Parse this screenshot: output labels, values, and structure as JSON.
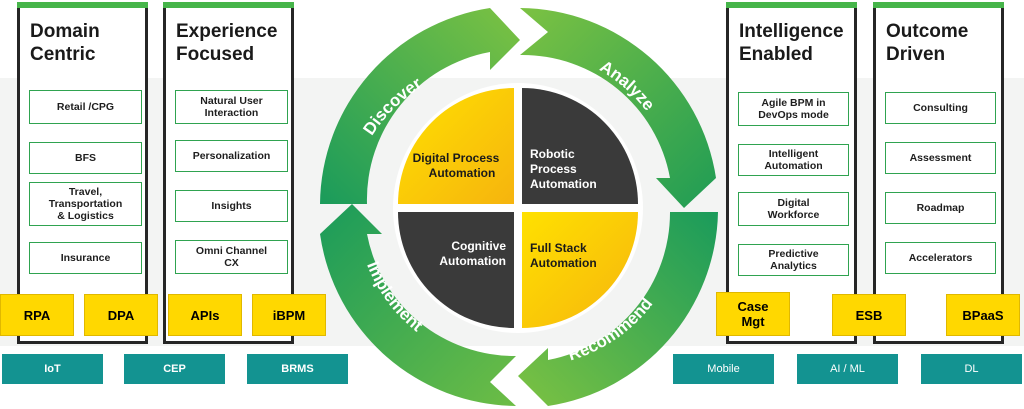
{
  "columns": {
    "domain": {
      "title_1": "Domain",
      "title_2": "Centric",
      "items": [
        "Retail /CPG",
        "BFS",
        "Travel,",
        "Transportation",
        "& Logistics",
        "Insurance"
      ]
    },
    "experience": {
      "title_1": "Experience",
      "title_2": "Focused",
      "items": [
        "Natural User",
        "Interaction",
        "Personalization",
        "Insights",
        "Omni Channel",
        "CX"
      ]
    },
    "intelligence": {
      "title_1": "Intelligence",
      "title_2": "Enabled",
      "items": [
        "Agile BPM  in",
        "DevOps mode",
        "Intelligent",
        "Automation",
        "Digital",
        "Workforce",
        "Predictive",
        "Analytics"
      ]
    },
    "outcome": {
      "title_1": "Outcome",
      "title_2": "Driven",
      "items": [
        "Consulting",
        "Assessment",
        "Roadmap",
        "Accelerators"
      ]
    }
  },
  "yellow_boxes": {
    "rpa": "RPA",
    "dpa": "DPA",
    "apis": "APIs",
    "ibpm": "iBPM",
    "case_1": "Case",
    "case_2": "Mgt",
    "esb": "ESB",
    "bpaas": "BPaaS"
  },
  "teal_boxes": {
    "iot": "IoT",
    "cep": "CEP",
    "brms": "BRMS",
    "mobile": "Mobile",
    "ai_ml": "AI / ML",
    "dl": "DL"
  },
  "cycle": {
    "stages": {
      "discover": "Discover",
      "analyze": "Analyze",
      "recommend": "Recommend",
      "implement": "Implement"
    },
    "quadrants": {
      "dpa_1": "Digital Process",
      "dpa_2": "Automation",
      "rpa_1": "Robotic",
      "rpa_2": "Process",
      "rpa_3": "Automation",
      "cog_1": "Cognitive",
      "cog_2": "Automation",
      "fsa_1": "Full Stack",
      "fsa_2": "Automation"
    }
  },
  "colors": {
    "green_light": "#7cc242",
    "green_dark": "#1a9b5b",
    "yellow": "#ffd800",
    "gold": "#f6b40e",
    "charcoal": "#3a3a3a",
    "teal": "#139391"
  }
}
